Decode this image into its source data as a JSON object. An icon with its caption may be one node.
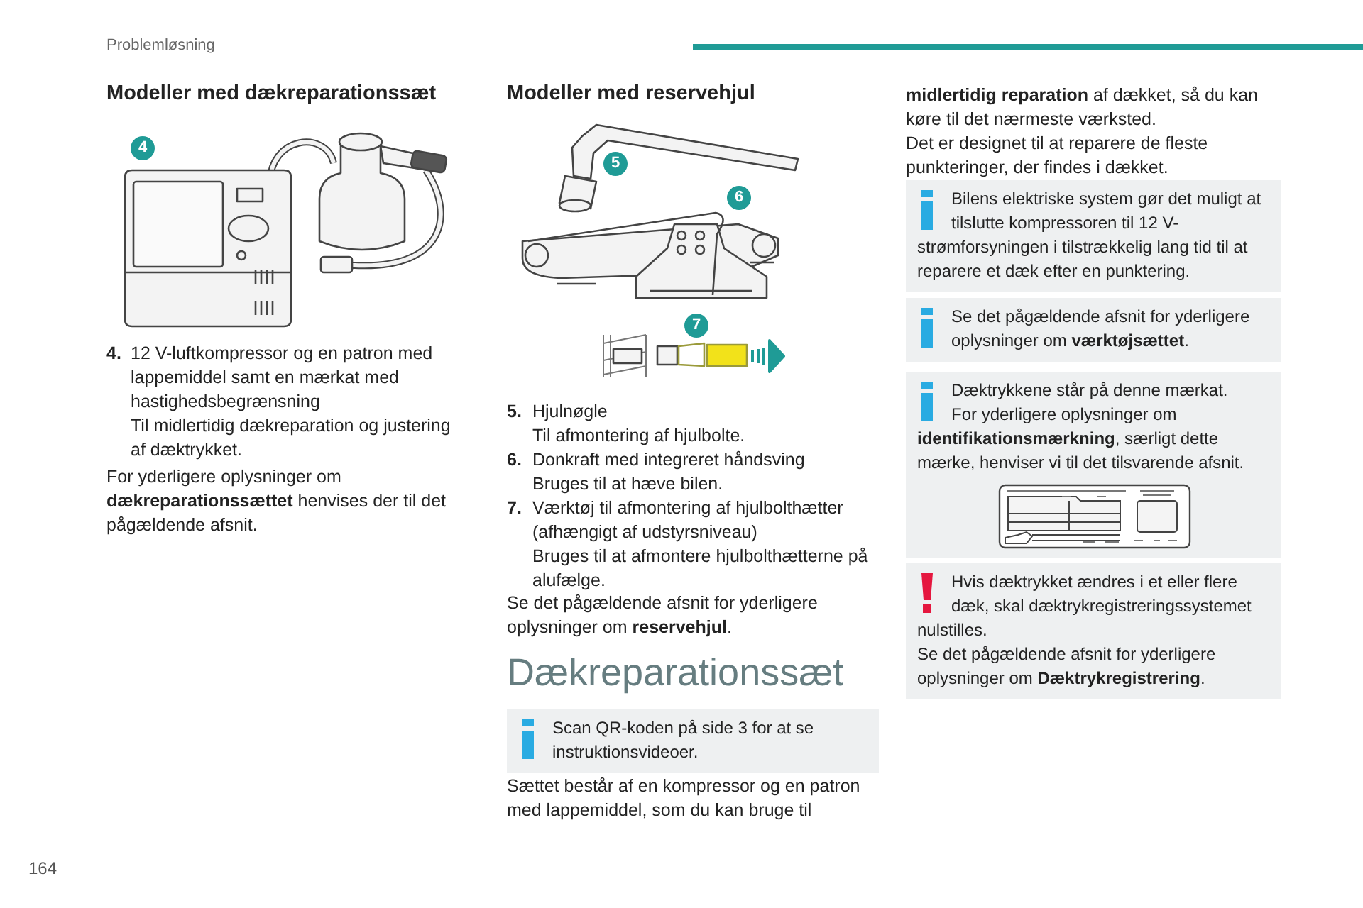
{
  "diagram": {
    "nodes": [
      {
        "text": [
          "Scan QR-koden på side 3 for at se instruktionsvideoer."
        ]
      },
      {
        "text": [
          "Bilens elektriske system gør det muligt at tilslutte kompressoren til 12 V-strømforsyningen i tilstrækkelig lang tid til at reparere et dæk efter en punktering."
        ]
      },
      {
        "text": [
          "Se det pågældende afsnit for yderligere oplysninger om **værktøjsættet**."
        ]
      },
      {
        "text": [
          "Dæktrykkene står på denne mærkat.",
          "For yderligere oplysninger om **identifikationsmærkning**, særligt dette mærke, henviser vi til det tilsvarende afsnit."
        ]
      },
      {
        "text": [
          "Hvis dæktrykket ændres i et eller flere dæk, skal dæktrykregistreringssystemet nulstilles.",
          "Se det pågældende afsnit for yderligere oplysninger om **Dæktrykregistrering**."
        ]
      }
    ],
    "edges": [],
    "labels": [
      "Problemløsning",
      "Modeller med dækreparationssæt",
      "4",
      "4.",
      "12 V-luftkompressor og en patron med lappemiddel samt en mærkat med hastighedsbegrænsning",
      "Til midlertidig dækreparation og justering af dæktrykket.",
      "For yderligere oplysninger om **dækreparationssættet** henvises der til det pågældende afsnit.",
      "Modeller med reservehjul",
      "5",
      "6",
      "7",
      "5.",
      "Hjulnøgle",
      "Til afmontering af hjulbolte.",
      "6.",
      "Donkraft med integreret håndsving",
      "Bruges til at hæve bilen.",
      "7.",
      "Værktøj til afmontering af hjulbolthætter (afhængigt af udstyrsniveau)",
      "Bruges til at afmontere hjulbolthætterne på alufælge.",
      "Se det pågældende afsnit for yderligere oplysninger om **reservehjul**.",
      "Dækreparationssæt",
      "Sættet består af en kompressor og en patron med lappemiddel, som du kan bruge til",
      "**midlertidig reparation** af dækket, så du kan køre til det nærmeste værksted.",
      "Det er designet til at reparere de fleste punkteringer, der findes i dækket.",
      "164"
    ]
  }
}
